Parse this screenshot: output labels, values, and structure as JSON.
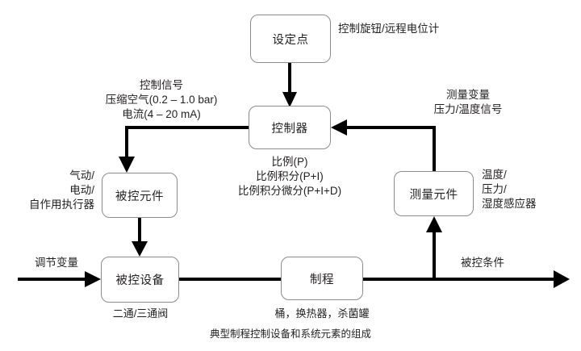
{
  "diagram": {
    "caption": "典型制程控制设备和系统元素的组成",
    "nodes": {
      "setpoint": "设定点",
      "controller": "控制器",
      "controlled_element": "被控元件",
      "controlled_device": "被控设备",
      "process": "制程",
      "measuring_element": "测量元件"
    },
    "annotations": {
      "setpoint_note": "控制旋钮/远程电位计",
      "control_signal_line1": "控制信号",
      "control_signal_line2": "压缩空气(0.2 – 1.0 bar)",
      "control_signal_line3": "电流(4 – 20 mA)",
      "controller_modes_line1": "比例(P)",
      "controller_modes_line2": "比例积分(P+I)",
      "controller_modes_line3": "比例积分微分(P+I+D)",
      "actuator_line1": "气动/",
      "actuator_line2": "电动/",
      "actuator_line3": "自作用执行器",
      "measured_variable_line1": "测量变量",
      "measured_variable_line2": "压力/温度信号",
      "sensor_line1": "温度/",
      "sensor_line2": "压力/",
      "sensor_line3": "湿度感应器",
      "manipulated_variable": "调节变量",
      "valve_note": "二通/三通阀",
      "process_note": "桶，换热器，杀菌罐",
      "controlled_condition": "被控条件"
    },
    "colors": {
      "line": "#000000",
      "box_border": "#8c8c8c",
      "text": "#231f20",
      "background": "#ffffff"
    }
  }
}
